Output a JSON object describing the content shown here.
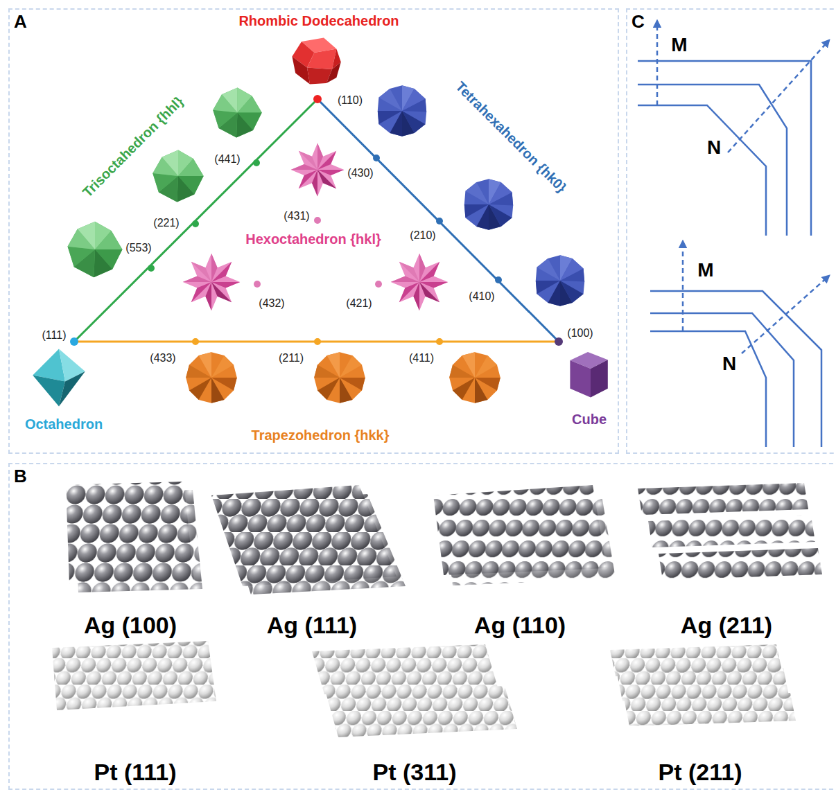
{
  "diagram": {
    "nodes": [
      {
        "text": [
          "A"
        ]
      },
      {
        "text": [
          "C"
        ]
      },
      {
        "text": [
          "B"
        ]
      }
    ],
    "labels": [
      "Rhombic Dodecahedron",
      "(110)",
      "Trisoctahedron {hhl}",
      "Tetrahexahedron {hk0}",
      "(441)",
      "(430)",
      "(431)",
      "(221)",
      "(210)",
      "Hexoctahedron {hkl}",
      "(553)",
      "(432)",
      "(421)",
      "(410)",
      "(111)",
      "(100)",
      "(433)",
      "(211)",
      "(411)",
      "Octahedron",
      "Trapezohedron {hkk}",
      "Cube",
      "M",
      "N",
      "M",
      "N",
      "Ag (100)",
      "Ag (111)",
      "Ag (110)",
      "Ag (211)",
      "Pt (111)",
      "Pt (311)",
      "Pt (211)"
    ]
  }
}
